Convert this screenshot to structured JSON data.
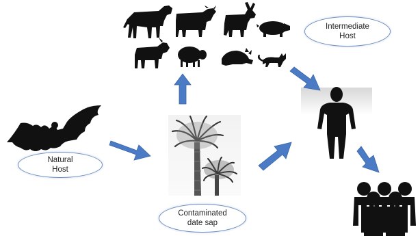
{
  "nodes": {
    "natural_host": {
      "line1": "Natural",
      "line2": "Host",
      "icon": "bat-silhouette"
    },
    "intermediate_host": {
      "line1": "Intermediate",
      "line2": "Host",
      "icon": "livestock-silhouettes"
    },
    "contaminated_sap": {
      "line1": "Contaminated",
      "line2": "date sap",
      "icon": "date-palm-photo"
    },
    "human": {
      "icon": "human-silhouette"
    },
    "community": {
      "icon": "group-of-people-silhouette"
    }
  },
  "animals": [
    "horse",
    "cow",
    "donkey",
    "pig",
    "goat",
    "sheep",
    "cat-crouching",
    "cat"
  ],
  "colors": {
    "arrow": "#4a7bc4",
    "arrow_edge": "#3a65a8",
    "ellipse_border": "#6f8fbf",
    "silhouette": "#111111"
  }
}
